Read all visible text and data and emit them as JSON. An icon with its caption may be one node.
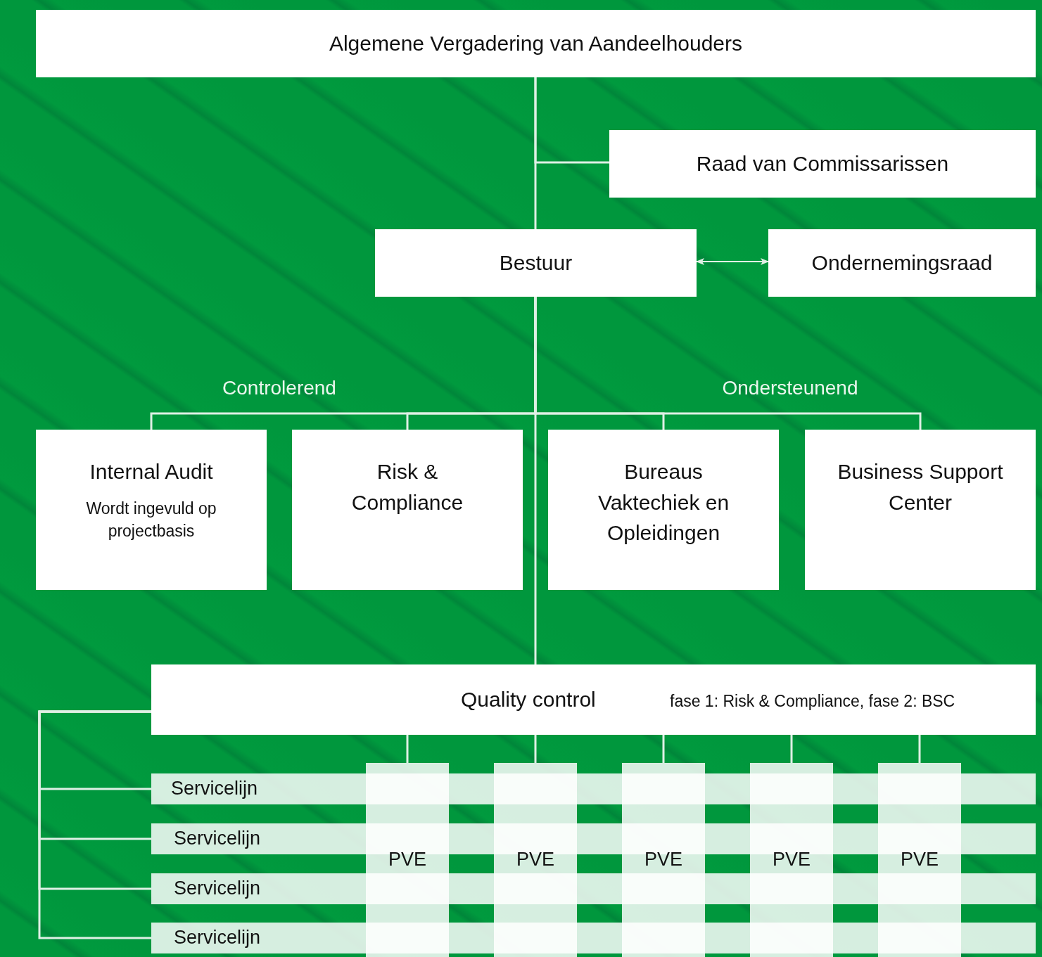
{
  "diagram": {
    "nodes": [
      {
        "text": [
          "Algemene Vergadering van Aandeelhouders"
        ]
      },
      {
        "text": [
          "Raad van Commissarissen"
        ]
      },
      {
        "text": [
          "Bestuur"
        ]
      },
      {
        "text": [
          "Ondernemingsraad"
        ]
      },
      {
        "text": [
          "Internal Audit",
          "Wordt ingevuld op projectbasis"
        ]
      },
      {
        "text": [
          "Risk & Compliance"
        ]
      },
      {
        "text": [
          "Bureaus Vaktechiek en Opleidingen"
        ]
      },
      {
        "text": [
          "Business Support Center"
        ]
      },
      {
        "text": [
          "Quality control",
          "fase 1: Risk & Compliance, fase 2: BSC"
        ]
      },
      {
        "text": [
          "Servicelijn"
        ]
      },
      {
        "text": [
          "Servicelijn"
        ]
      },
      {
        "text": [
          "Servicelijn"
        ]
      },
      {
        "text": [
          "Servicelijn"
        ]
      },
      {
        "text": [
          "PVE"
        ]
      },
      {
        "text": [
          "PVE"
        ]
      },
      {
        "text": [
          "PVE"
        ]
      },
      {
        "text": [
          "PVE"
        ]
      },
      {
        "text": [
          "PVE"
        ]
      }
    ],
    "edges": [
      {
        "from": 0,
        "to": 2,
        "arrow": "none"
      },
      {
        "from": 0,
        "to": 1,
        "arrow": "none"
      },
      {
        "from": 2,
        "to": 3,
        "arrow": "both"
      },
      {
        "from": 2,
        "to": 4,
        "arrow": "none"
      },
      {
        "from": 2,
        "to": 5,
        "arrow": "none"
      },
      {
        "from": 2,
        "to": 6,
        "arrow": "none"
      },
      {
        "from": 2,
        "to": 7,
        "arrow": "none"
      },
      {
        "from": 2,
        "to": 8,
        "arrow": "none"
      },
      {
        "from": 8,
        "to": 13,
        "arrow": "none"
      },
      {
        "from": 8,
        "to": 14,
        "arrow": "none"
      },
      {
        "from": 8,
        "to": 15,
        "arrow": "none"
      },
      {
        "from": 8,
        "to": 16,
        "arrow": "none"
      },
      {
        "from": 8,
        "to": 17,
        "arrow": "none"
      },
      {
        "from": 8,
        "to": 9,
        "arrow": "none"
      },
      {
        "from": 8,
        "to": 10,
        "arrow": "none"
      },
      {
        "from": 8,
        "to": 11,
        "arrow": "none"
      },
      {
        "from": 8,
        "to": 12,
        "arrow": "none"
      }
    ],
    "labels": [
      "Controlerend",
      "Ondersteunend"
    ]
  }
}
